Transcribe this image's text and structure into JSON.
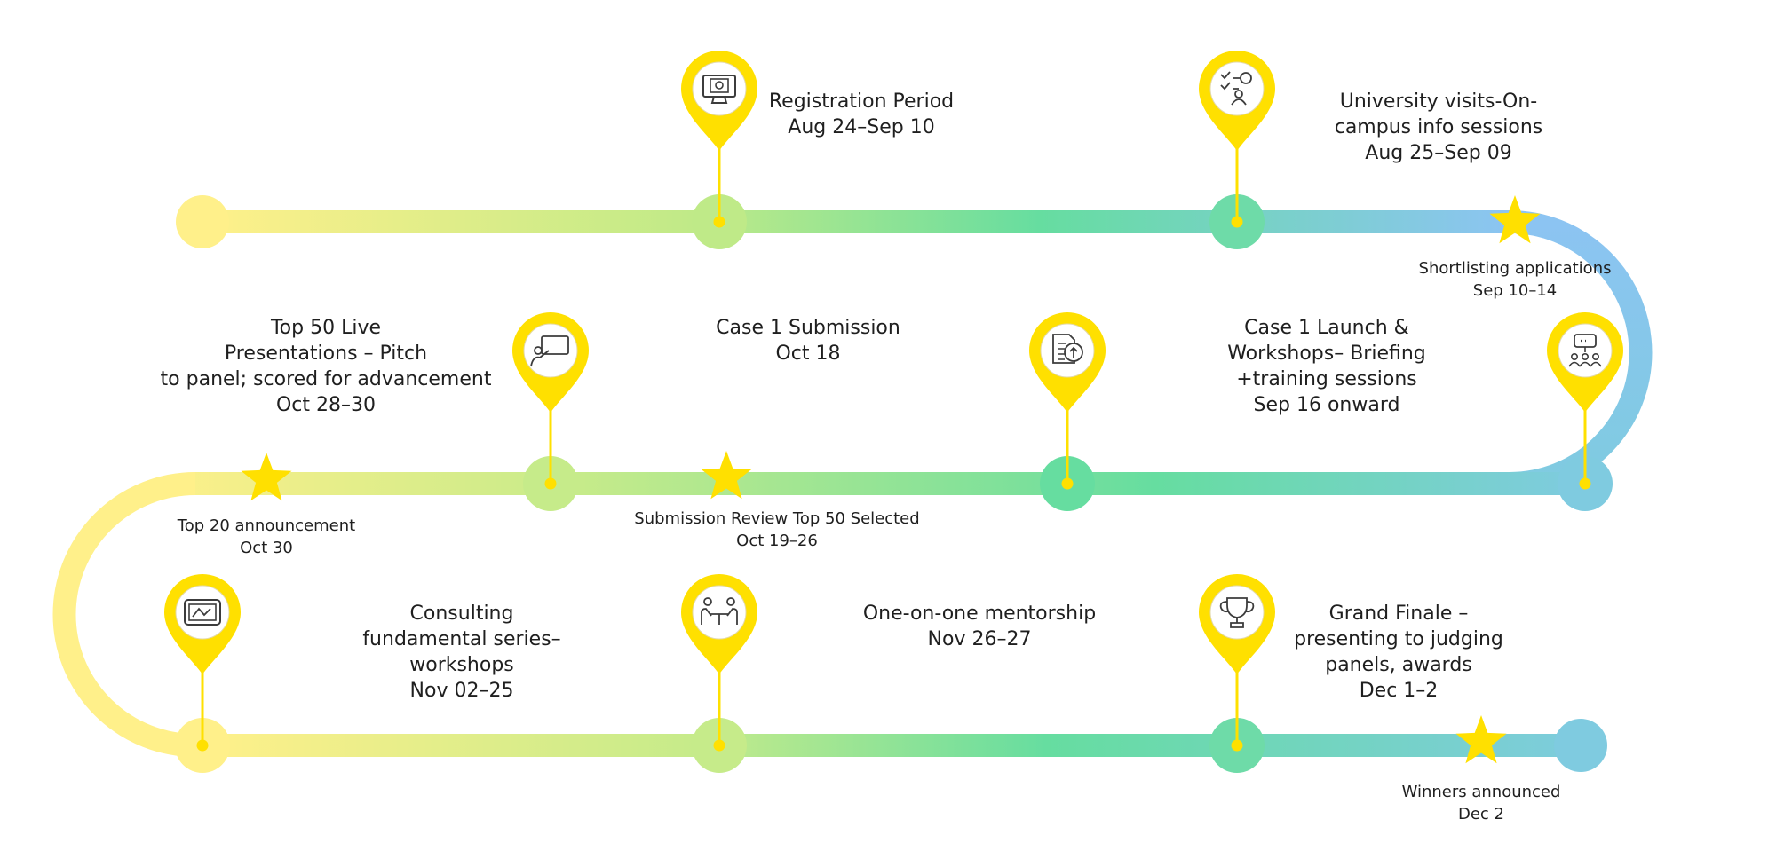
{
  "colors": {
    "pin": "#FFE000",
    "pin_inner": "#ffffff",
    "star": "#FFE000",
    "icon_stroke": "#3c3c3c",
    "track_yellow": "#FFF08A",
    "track_green": "#66DDA0",
    "track_blue": "#8CC4F2",
    "track_teal": "#7FCBE0"
  },
  "milestones": [
    {
      "icon": "monitor-certificate-icon",
      "lines": [
        "Registration Period",
        "Aug 24–Sep 10"
      ]
    },
    {
      "icon": "checklist-person-icon",
      "lines": [
        "University visits-On-",
        "campus info sessions",
        "Aug 25–Sep 09"
      ]
    },
    {
      "icon": "presentation-audience-icon",
      "lines": [
        "Case 1 Launch &",
        "Workshops– Briefing",
        "+training sessions",
        "Sep 16 onward"
      ]
    },
    {
      "icon": "document-upload-icon",
      "lines": [
        "Case 1 Submission",
        "Oct 18"
      ]
    },
    {
      "icon": "presenter-whiteboard-icon",
      "lines": [
        "Top 50 Live",
        "Presentations – Pitch",
        "to panel; scored for advancement",
        "Oct 28–30"
      ]
    },
    {
      "icon": "chart-screen-icon",
      "lines": [
        "Consulting",
        "fundamental series–",
        "workshops",
        "Nov 02–25"
      ]
    },
    {
      "icon": "mentorship-meeting-icon",
      "lines": [
        "One-on-one mentorship",
        "Nov 26–27"
      ]
    },
    {
      "icon": "trophy-icon",
      "lines": [
        "Grand Finale –",
        "presenting to judging",
        "panels, awards",
        "Dec 1–2"
      ]
    }
  ],
  "star_events": [
    {
      "lines": [
        "Shortlisting applications",
        "Sep 10–14"
      ]
    },
    {
      "lines": [
        "Submission Review Top 50 Selected",
        "Oct 19–26"
      ]
    },
    {
      "lines": [
        "Top 20 announcement",
        "Oct 30"
      ]
    },
    {
      "lines": [
        "Winners announced",
        "Dec 2"
      ]
    }
  ]
}
